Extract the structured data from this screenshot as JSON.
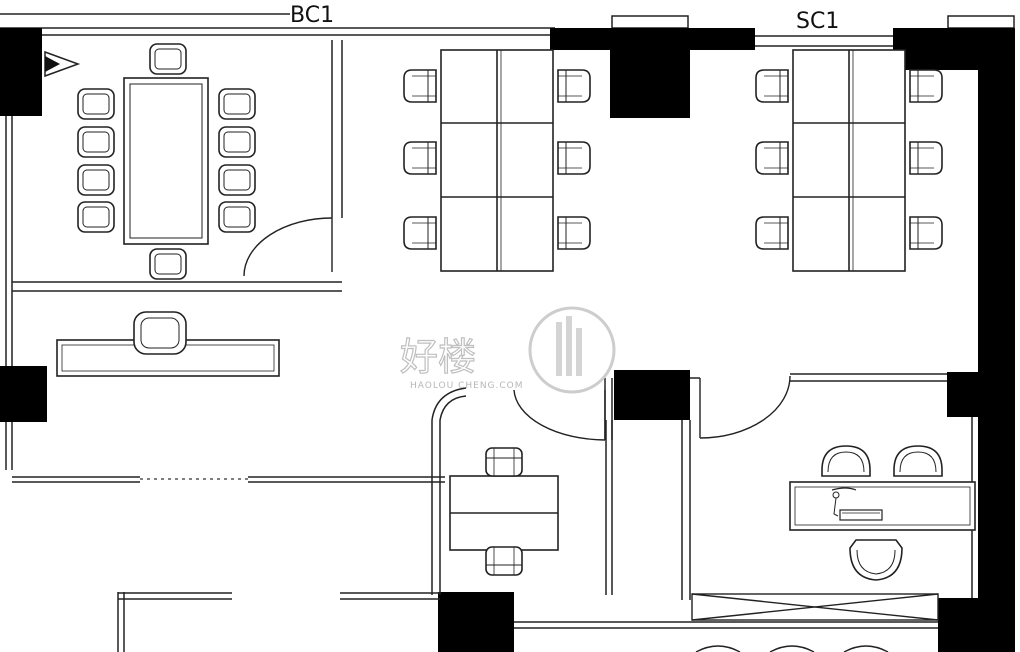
{
  "labels": {
    "bc1": "BC1",
    "sc1": "SC1"
  },
  "watermark": {
    "text": "好楼",
    "subtext": "HAOLOU CHENG.COM"
  },
  "colors": {
    "wall": "#000000",
    "line": "#222222",
    "background": "#ffffff",
    "watermark": "#c0c0c0"
  },
  "icons": {
    "north_marker": "triangle-arrow-icon"
  }
}
